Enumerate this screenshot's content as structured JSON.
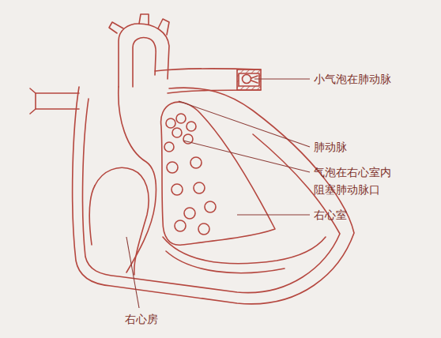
{
  "diagram": {
    "labels": [
      "小气泡在肺动脉",
      "肺动脉",
      "气泡在右心室内 阻塞肺动脉口",
      "右心室",
      "右心房"
    ]
  }
}
